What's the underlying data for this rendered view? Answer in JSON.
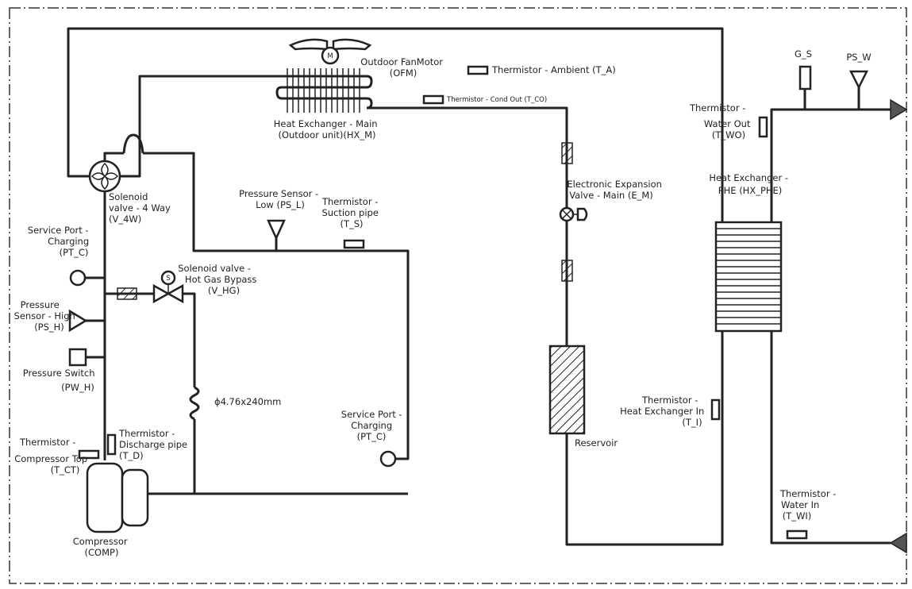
{
  "labels": {
    "outdoor_fan_motor": [
      "Outdoor FanMotor",
      "(OFM)"
    ],
    "fan_motor_mark": "M",
    "thermistor_ambient": [
      "Thermistor - Ambient (T_A)"
    ],
    "thermistor_cond_out": [
      "Thermistor - Cond Out (T_CO)"
    ],
    "hx_main": [
      "Heat Exchanger - Main",
      "(Outdoor unit)(HX_M)"
    ],
    "solenoid_4way": [
      "Solenoid",
      "valve - 4 Way",
      "(V_4W)"
    ],
    "pressure_sensor_low": [
      "Pressure Sensor -",
      "Low (PS_L)"
    ],
    "thermistor_suction": [
      "Thermistor -",
      "Suction pipe",
      "(T_S)"
    ],
    "service_port_charging_1": [
      "Service Port -",
      "Charging",
      "(PT_C)"
    ],
    "solenoid_hot_gas": [
      "Solenoid valve -",
      "Hot Gas Bypass",
      "(V_HG)"
    ],
    "solenoid_mark": "S",
    "pressure_sensor_high": [
      "Pressure",
      "Sensor - High",
      "(PS_H)"
    ],
    "pressure_switch": [
      "Pressure Switch",
      "(PW_H)"
    ],
    "capillary": [
      "ϕ4.76x240mm"
    ],
    "service_port_charging_2": [
      "Service Port -",
      "Charging",
      "(PT_C)"
    ],
    "thermistor_discharge": [
      "Thermistor -",
      "Discharge pipe",
      "(T_D)"
    ],
    "thermistor_comp_top": [
      "Thermistor -",
      "Compressor Top",
      "(T_CT)"
    ],
    "compressor": [
      "Compressor",
      "(COMP)"
    ],
    "eev_main": [
      "Electronic Expansion",
      "Valve - Main (E_M)"
    ],
    "reservoir": [
      "Reservoir"
    ],
    "thermistor_water_out": [
      "Thermistor -",
      "Water Out",
      "(T_WO)"
    ],
    "hx_phe": [
      "Heat Exchanger -",
      "PHE (HX_PHE)"
    ],
    "g_s": [
      "G_S"
    ],
    "ps_w": [
      "PS_W"
    ],
    "thermistor_hx_in": [
      "Thermistor -",
      "Heat Exchanger In",
      "(T_I)"
    ],
    "thermistor_water_in": [
      "Thermistor -",
      "Water In",
      "(T_WI)"
    ]
  }
}
